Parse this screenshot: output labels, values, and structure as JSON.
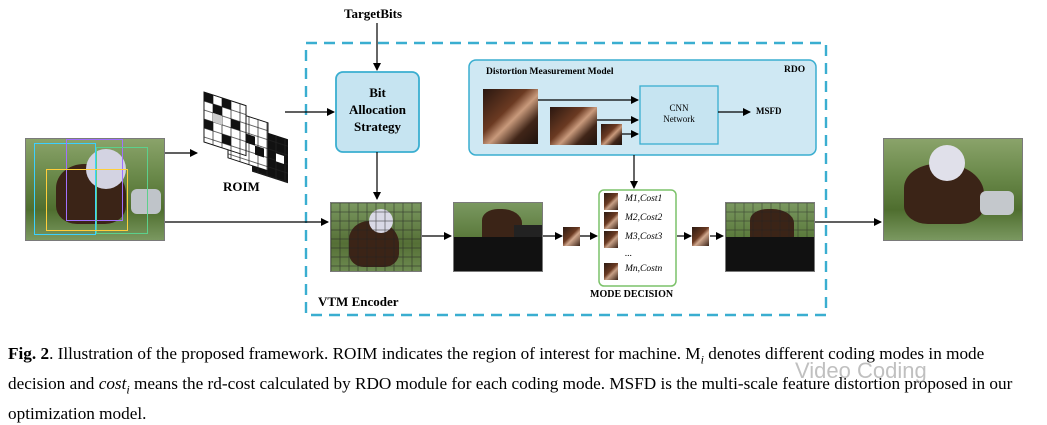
{
  "diagram": {
    "target_bits_label": "TargetBits",
    "roim_label": "ROIM",
    "bit_allocation_lines": [
      "Bit",
      "Allocation",
      "Strategy"
    ],
    "rdo_label": "RDO",
    "distortion_model_title": "Distortion Measurement Model",
    "cnn_lines": [
      "CNN",
      "Network"
    ],
    "msfd_label": "MSFD",
    "vtm_encoder_label": "VTM Encoder",
    "mode_decision_label": "MODE DECISION",
    "mode_decision_items": [
      "M1,Cost1",
      "M2,Cost2",
      "M3,Cost3",
      "...",
      "Mn,Costn"
    ]
  },
  "colors": {
    "dashed_border": "#3aaed0",
    "bit_box_fill": "#c6e4f1",
    "rdo_box_fill": "#cfe8f3",
    "mode_decision_border": "#7cc26a"
  },
  "caption": {
    "fig_label": "Fig. 2",
    "text": ". Illustration of the proposed framework. ROIM indicates the region of interest for machine. M",
    "text2": " denotes different coding modes in mode decision and ",
    "cost_sym": "cost",
    "text3": " means the rd-cost calculated by RDO module for each coding mode. MSFD is the multi-scale feature distortion proposed in our optimization model."
  },
  "watermark": "Video Coding"
}
